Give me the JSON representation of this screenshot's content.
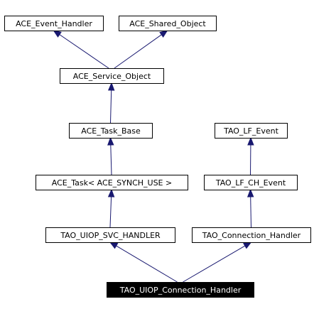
{
  "diagram": {
    "type": "class-inheritance-graph",
    "colors": {
      "edge": "#191970",
      "box_border": "#000000",
      "box_fill": "#ffffff",
      "highlight_fill": "#000000",
      "highlight_text": "#ffffff"
    },
    "nodes": [
      {
        "id": "ace_event_handler",
        "label": "ACE_Event_Handler",
        "highlight": false
      },
      {
        "id": "ace_shared_object",
        "label": "ACE_Shared_Object",
        "highlight": false
      },
      {
        "id": "ace_service_object",
        "label": "ACE_Service_Object",
        "highlight": false
      },
      {
        "id": "ace_task_base",
        "label": "ACE_Task_Base",
        "highlight": false
      },
      {
        "id": "tao_lf_event",
        "label": "TAO_LF_Event",
        "highlight": false
      },
      {
        "id": "ace_task",
        "label": "ACE_Task< ACE_SYNCH_USE >",
        "highlight": false
      },
      {
        "id": "tao_lf_ch_event",
        "label": "TAO_LF_CH_Event",
        "highlight": false
      },
      {
        "id": "tao_uiop_svc_handler",
        "label": "TAO_UIOP_SVC_HANDLER",
        "highlight": false
      },
      {
        "id": "tao_connection_handler",
        "label": "TAO_Connection_Handler",
        "highlight": false
      },
      {
        "id": "tao_uiop_connection_handler",
        "label": "TAO_UIOP_Connection_Handler",
        "highlight": true
      }
    ],
    "edges": [
      {
        "from": "ace_service_object",
        "to": "ace_event_handler"
      },
      {
        "from": "ace_service_object",
        "to": "ace_shared_object"
      },
      {
        "from": "ace_task_base",
        "to": "ace_service_object"
      },
      {
        "from": "ace_task",
        "to": "ace_task_base"
      },
      {
        "from": "tao_uiop_svc_handler",
        "to": "ace_task"
      },
      {
        "from": "tao_lf_ch_event",
        "to": "tao_lf_event"
      },
      {
        "from": "tao_connection_handler",
        "to": "tao_lf_ch_event"
      },
      {
        "from": "tao_uiop_connection_handler",
        "to": "tao_uiop_svc_handler"
      },
      {
        "from": "tao_uiop_connection_handler",
        "to": "tao_connection_handler"
      }
    ]
  }
}
